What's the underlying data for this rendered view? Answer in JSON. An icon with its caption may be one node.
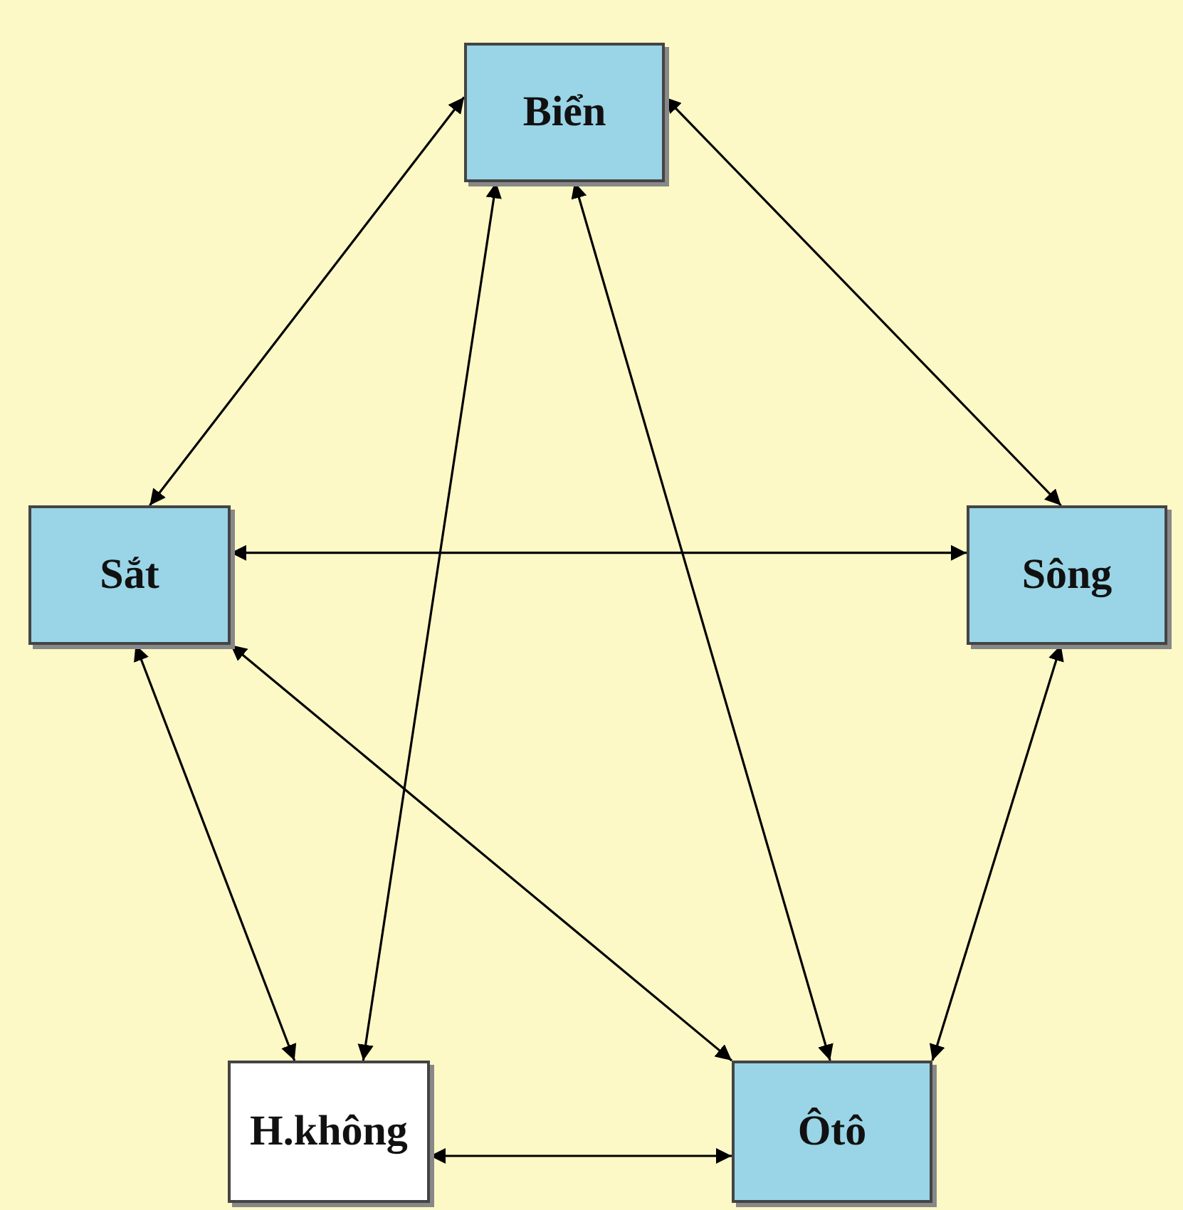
{
  "diagram": {
    "nodes": [
      {
        "text": [
          "Biển"
        ]
      },
      {
        "text": [
          "Sắt"
        ]
      },
      {
        "text": [
          "Sông"
        ]
      },
      {
        "text": [
          "H.không"
        ]
      },
      {
        "text": [
          "Ôtô"
        ]
      }
    ],
    "edges": [
      {
        "from": 0,
        "to": 1,
        "arrow": "both"
      },
      {
        "from": 0,
        "to": 2,
        "arrow": "both"
      },
      {
        "from": 0,
        "to": 3,
        "arrow": "both"
      },
      {
        "from": 0,
        "to": 4,
        "arrow": "both"
      },
      {
        "from": 1,
        "to": 2,
        "arrow": "both"
      },
      {
        "from": 1,
        "to": 3,
        "arrow": "both"
      },
      {
        "from": 1,
        "to": 4,
        "arrow": "both"
      },
      {
        "from": 2,
        "to": 4,
        "arrow": "both"
      },
      {
        "from": 3,
        "to": 4,
        "arrow": "both"
      }
    ]
  }
}
